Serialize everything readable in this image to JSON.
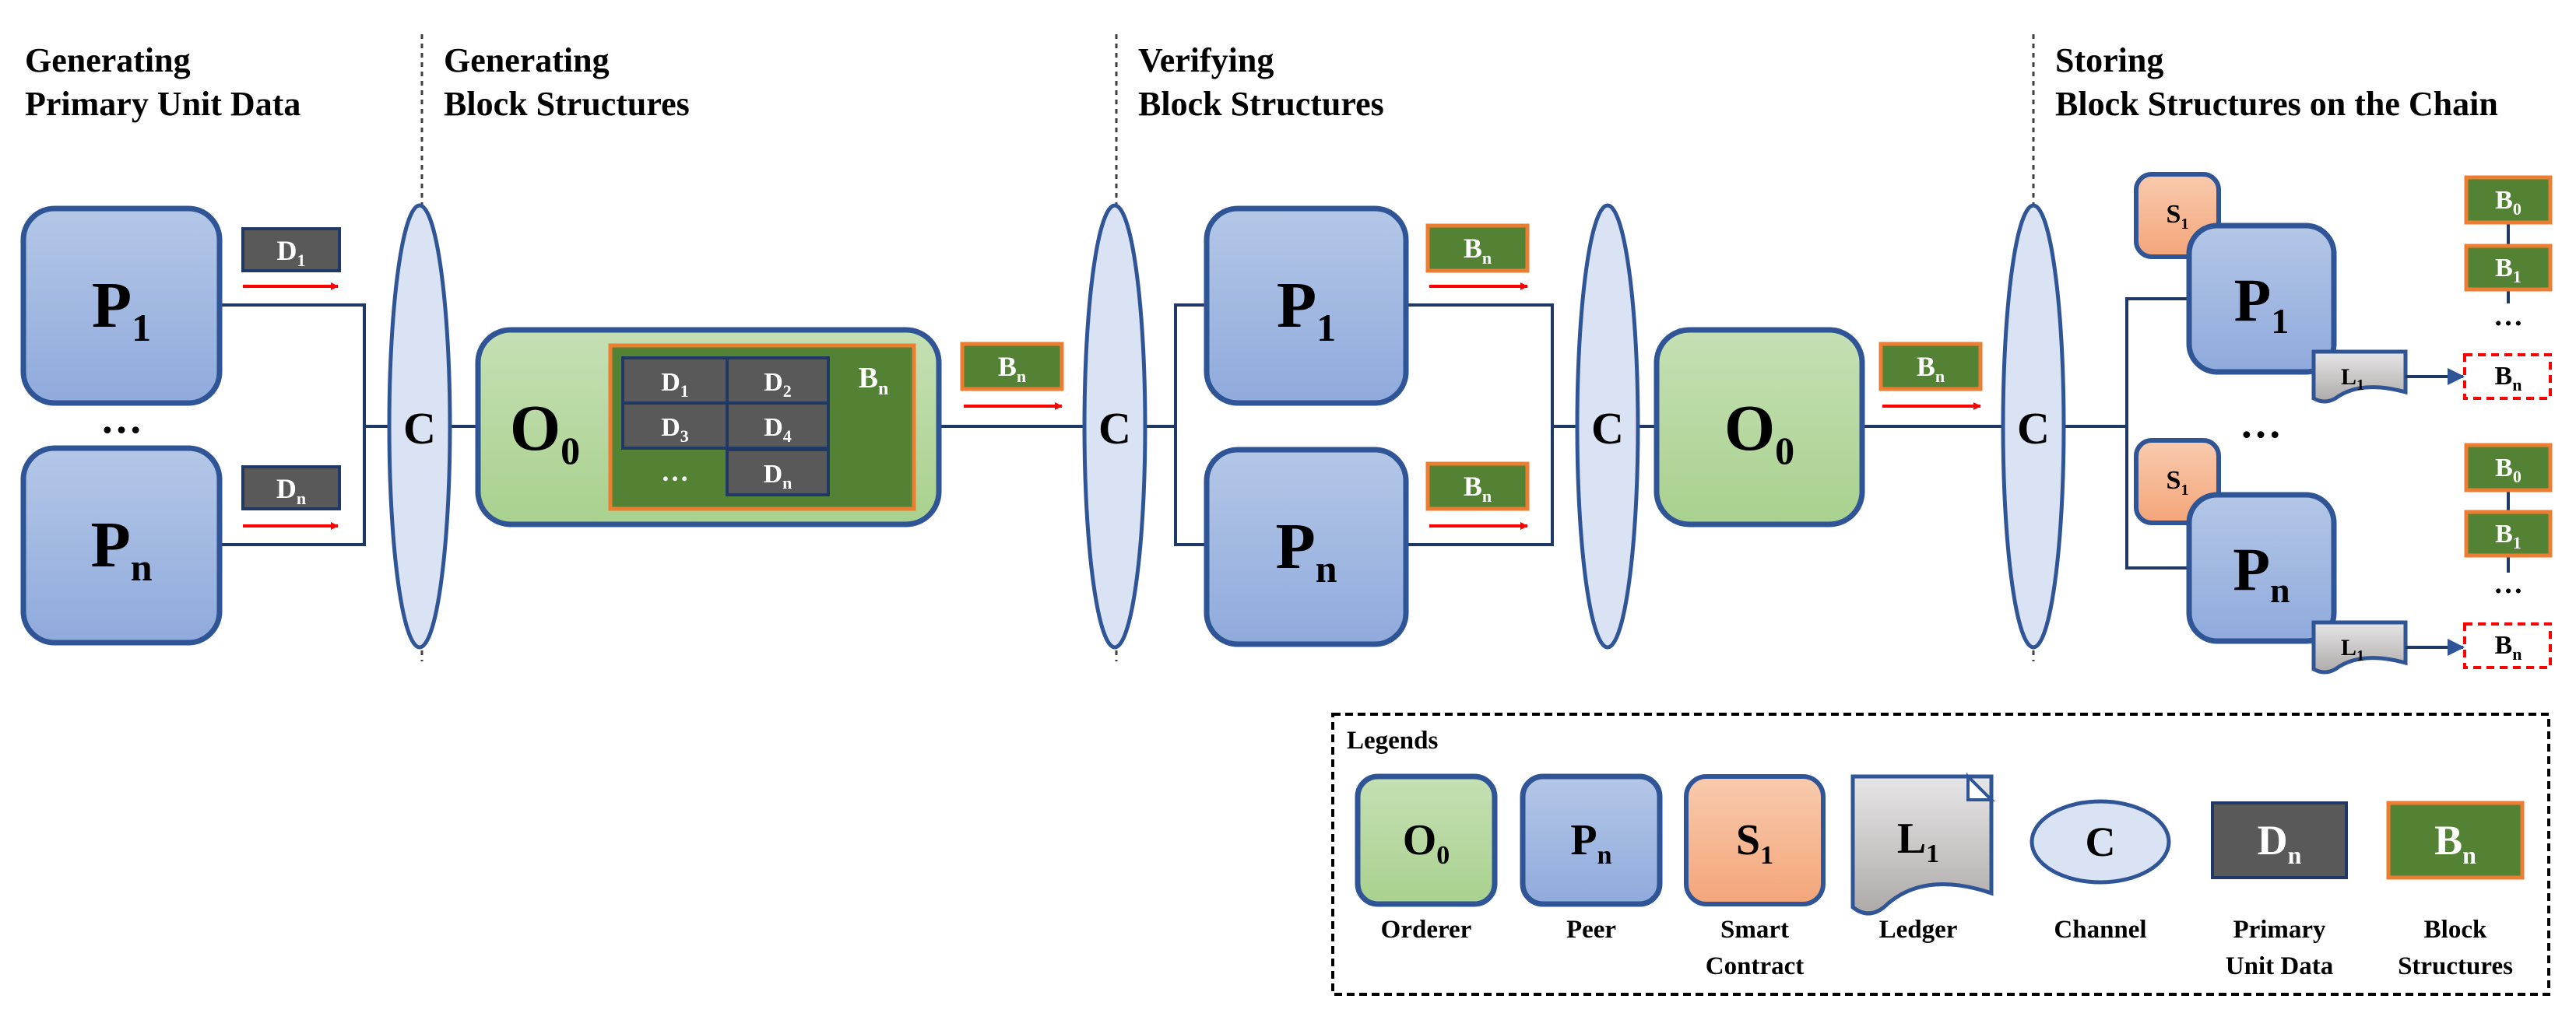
{
  "stages": [
    {
      "line1": "Generating",
      "line2": "Primary Unit Data"
    },
    {
      "line1": "Generating",
      "line2": "Block Structures"
    },
    {
      "line1": "Verifying",
      "line2": "Block Structures"
    },
    {
      "line1": "Storing",
      "line2": "Block Structures on the Chain"
    }
  ],
  "peer_label": "P",
  "peer_first_sub": "1",
  "peer_last_sub": "n",
  "orderer_label": "O",
  "orderer_sub": "0",
  "channel_label": "C",
  "data_label": "D",
  "block_label": "B",
  "block_n_sub": "n",
  "ellipsis": "…",
  "data_grid": [
    "1",
    "2",
    "3",
    "4",
    "n"
  ],
  "smart_label": "S",
  "smart_sub": "1",
  "ledger_label": "L",
  "ledger_sub": "1",
  "chain_subs": [
    "0",
    "1",
    "n"
  ],
  "legend": {
    "title": "Legends",
    "items": [
      {
        "symbol": "O",
        "sub": "0",
        "line1": "Orderer",
        "line2": ""
      },
      {
        "symbol": "P",
        "sub": "n",
        "line1": "Peer",
        "line2": ""
      },
      {
        "symbol": "S",
        "sub": "1",
        "line1": "Smart",
        "line2": "Contract"
      },
      {
        "symbol": "L",
        "sub": "1",
        "line1": "Ledger",
        "line2": ""
      },
      {
        "symbol": "C",
        "sub": "",
        "line1": "Channel",
        "line2": ""
      },
      {
        "symbol": "D",
        "sub": "n",
        "line1": "Primary",
        "line2": "Unit Data"
      },
      {
        "symbol": "B",
        "sub": "n",
        "line1": "Block",
        "line2": "Structures"
      }
    ]
  },
  "colors": {
    "peer": "#8faadc",
    "orderer": "#a9d18e",
    "smart_contract": "#f4b183",
    "ledger": "#bfbfbf",
    "channel": "#dae3f3",
    "data": "#595959",
    "block": "#548235",
    "outline": "#2f5597",
    "arrow": "#ff0000"
  }
}
